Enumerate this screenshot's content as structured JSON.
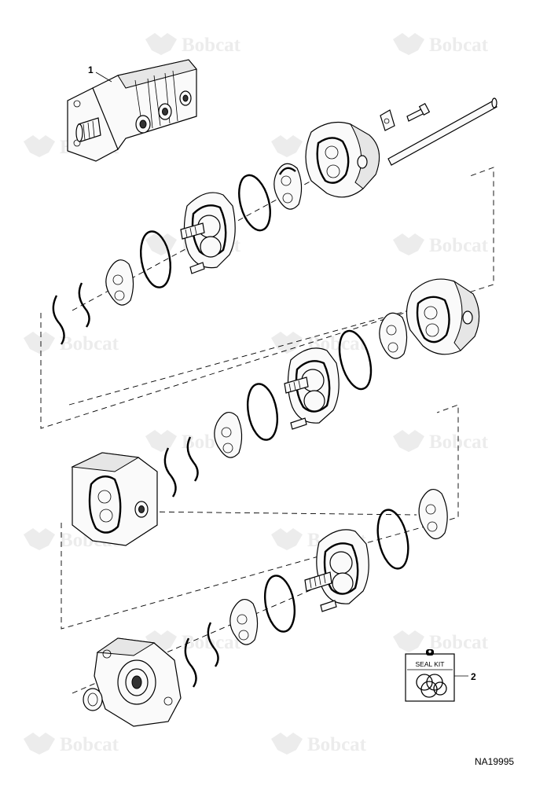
{
  "watermark": {
    "text": "Bobcat"
  },
  "callouts": [
    {
      "number": "1"
    },
    {
      "number": "2"
    }
  ],
  "seal_kit": {
    "label": "SEAL KIT"
  },
  "figure_id": "NA19995"
}
